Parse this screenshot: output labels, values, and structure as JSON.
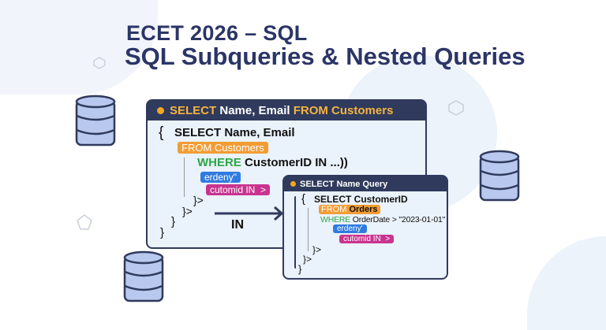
{
  "title": {
    "line1": "ECET 2026 – SQL",
    "line2": "SQL Subqueries & Nested Queries"
  },
  "outer": {
    "header_kw1": "SELECT",
    "header_mid": " Name, Email ",
    "header_kw2": "FROM Customers",
    "brace_open": "{",
    "select": "SELECT Name, Email",
    "from": "FROM Customers",
    "where_kw": "WHERE",
    "where_rest": " CustomerID IN ...))",
    "tag1": "erdeny\"",
    "tag2": "cutomid IN  >",
    "close1": "}>",
    "close2": "}>",
    "close3": "}",
    "close4": "}"
  },
  "arrow_label": "IN",
  "inner": {
    "header": "SELECT Name Query",
    "brace_open": "{",
    "select": "SELECT CustomerID",
    "from_kw": "FROM",
    "from_rest": " Orders",
    "where_kw": "WHERE",
    "where_rest": " OrderDate > \"2023-01-01\"",
    "tag1": "erdeny'",
    "tag2": "cutomid IN  >",
    "close1": "}>",
    "close2": "}>",
    "close3": "}"
  },
  "colors": {
    "navy": "#2b3566",
    "orange": "#f39c34",
    "green": "#2aa845",
    "blue": "#2f7be0",
    "pink": "#c9348f"
  }
}
